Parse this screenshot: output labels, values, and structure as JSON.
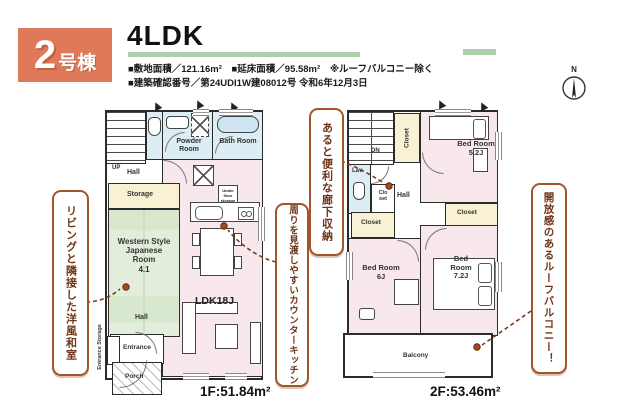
{
  "header": {
    "badge_number": "2",
    "badge_suffix": "号棟",
    "title": "4LDK",
    "spec_site": "■敷地面積／121.16m²",
    "spec_floor": "■延床面積／95.58m²",
    "spec_note": "※ルーフバルコニー除く",
    "spec_confirmation": "■建築確認番号／第24UDI1W建08012号 令和6年12月3日",
    "compass_n": "N"
  },
  "annotations": {
    "japanese_room": "リビングと隣接した洋風和室",
    "hall_storage": "あると便利な廊下収納",
    "counter_kitchen": "周りを見渡しやすいカウンターキッチン",
    "roof_balcony": "開放感のあるルーフバルコニー！"
  },
  "floor1": {
    "area": "1F:51.84m²",
    "up": "UP",
    "hall_upper": "Hall",
    "powder": "Powder Room",
    "bath": "Bath Room",
    "storage": "Storage",
    "japanese_room": "Western Style Japanese Room",
    "japanese_size": "4.1",
    "ldk": "LDK18J",
    "underfloor": "Under floor storage",
    "hall_lower": "Hall",
    "entrance": "Entrance",
    "porch": "Porch",
    "entrance_storage": "Entrance Storage"
  },
  "floor2": {
    "area": "2F:53.46m²",
    "dn": "DN",
    "closet_top": "Closet",
    "bed52": "Bed Room 5.2J",
    "lav": "Lav.",
    "closet_small": "Clo set",
    "hall": "Hall",
    "closet_left": "Closet",
    "closet_right": "Closet",
    "bed6": "Bed Room 6J",
    "bed72": "Bed Room 7.2J",
    "balcony": "Balcony"
  },
  "colors": {
    "badge": "#e0795a",
    "accent_line": "#aecfae",
    "bubble_border": "#a2552a",
    "bubble_text": "#6f3517",
    "floor_pink": "#f8e7eb",
    "floor_blue": "#dcedf4",
    "floor_green": "#e2eedb",
    "floor_cream": "#f9f1d3",
    "wall": "#2b2b2b"
  }
}
